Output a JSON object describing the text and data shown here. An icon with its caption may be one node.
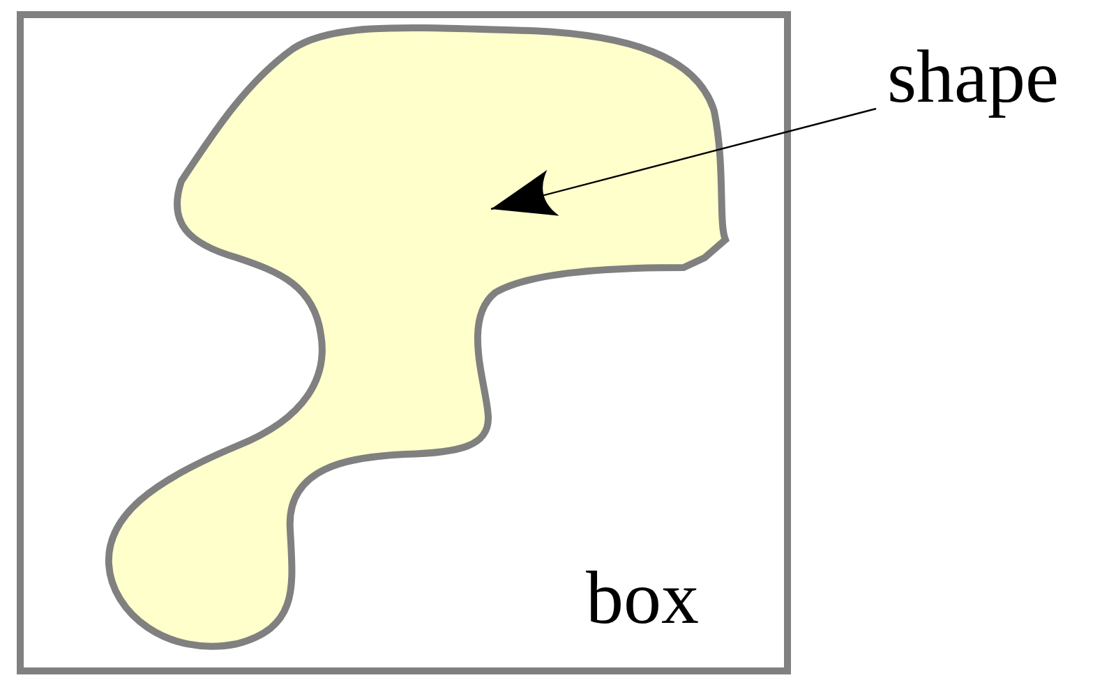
{
  "diagram": {
    "nodes": [
      {
        "text": [
          "box"
        ]
      },
      {
        "text": [],
        "shape": "blob",
        "in": 0
      },
      {
        "text": [
          "shape"
        ]
      }
    ],
    "edges": [
      {
        "from": 2,
        "to": 1,
        "arrow": "to"
      }
    ]
  }
}
